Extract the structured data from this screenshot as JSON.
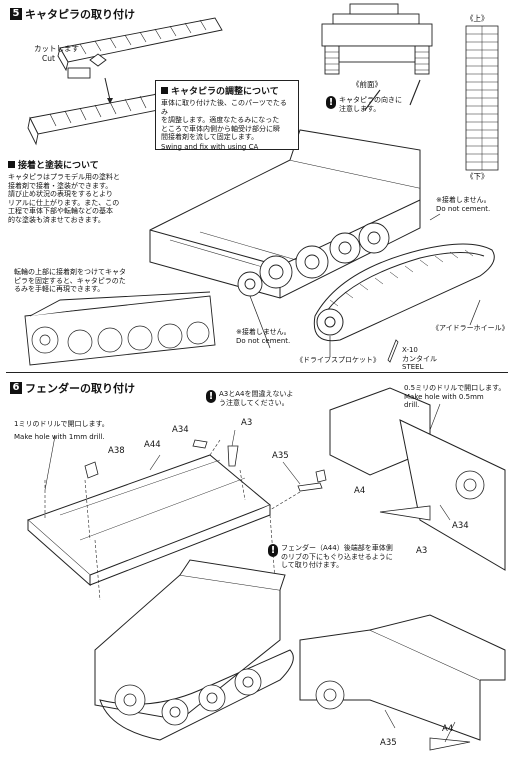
{
  "step5": {
    "number": "5",
    "title": "キャタピラの取り付け",
    "cut_label_jp": "カットします",
    "cut_label_en": "Cut",
    "adjust_box": {
      "heading": "キャタピラの調整について",
      "body": [
        "車体に取り付けた後、このパーツでたるみ",
        "を調整します。適度なたるみになった",
        "ところで車体内側から軸受け部分に瞬",
        "間接着剤を流して固定します。"
      ],
      "english": "Swing and fix with using CA"
    },
    "bonding_box": {
      "heading": "接着と塗装について",
      "body": [
        "キャタピラはプラモデル用の塗料と",
        "接着剤で接着・塗装ができます。",
        "請び止め状況の表現をするとより",
        "リアルに仕上がります。また、この",
        "工程で車体下部や転輪などの基本",
        "的な塗装も済ませておきます。"
      ]
    },
    "wheel_note": [
      "転輪の上部に接着剤をつけてキャタ",
      "ピラを固定すると、キャタピラのた",
      "るみを手軽に再現できます。"
    ],
    "front_view_label": "《前面》",
    "top_label": "《上》",
    "bottom_label": "《下》",
    "direction_note": [
      "キャタピラの向きに",
      "注意します。"
    ],
    "no_cement_jp": "※接着しません。",
    "no_cement_en": "Do not cement.",
    "idler_label": "《アイドラーホイール》",
    "sprocket_label": "《ドライブスプロケット》",
    "tool_code": "X-10",
    "tool_jp": "カンタイル",
    "tool_en": "STEEL"
  },
  "step6": {
    "number": "6",
    "title": "フェンダーの取り付け",
    "drill1_jp": "1ミリのドリルで開口します。",
    "drill1_en": "Make hole with 1mm drill.",
    "caution_a3a4": [
      "A3とA4を間違えないよ",
      "う注意してください。"
    ],
    "drill05_jp": "0.5ミリのドリルで開口します。",
    "drill05_en_1": "Make hole with 0.5mm",
    "drill05_en_2": "drill.",
    "fender_note": [
      "フェンダー（A44）後端部を車体側",
      "のリブの下にもぐり込ませるように",
      "して取り付けます。"
    ],
    "parts": {
      "a44": "A44",
      "a38": "A38",
      "a34_1": "A34",
      "a3_1": "A3",
      "a35_1": "A35",
      "a4_1": "A4",
      "a34_2": "A34",
      "a3_2": "A3",
      "a4_2": "A4",
      "a35_2": "A35"
    }
  }
}
